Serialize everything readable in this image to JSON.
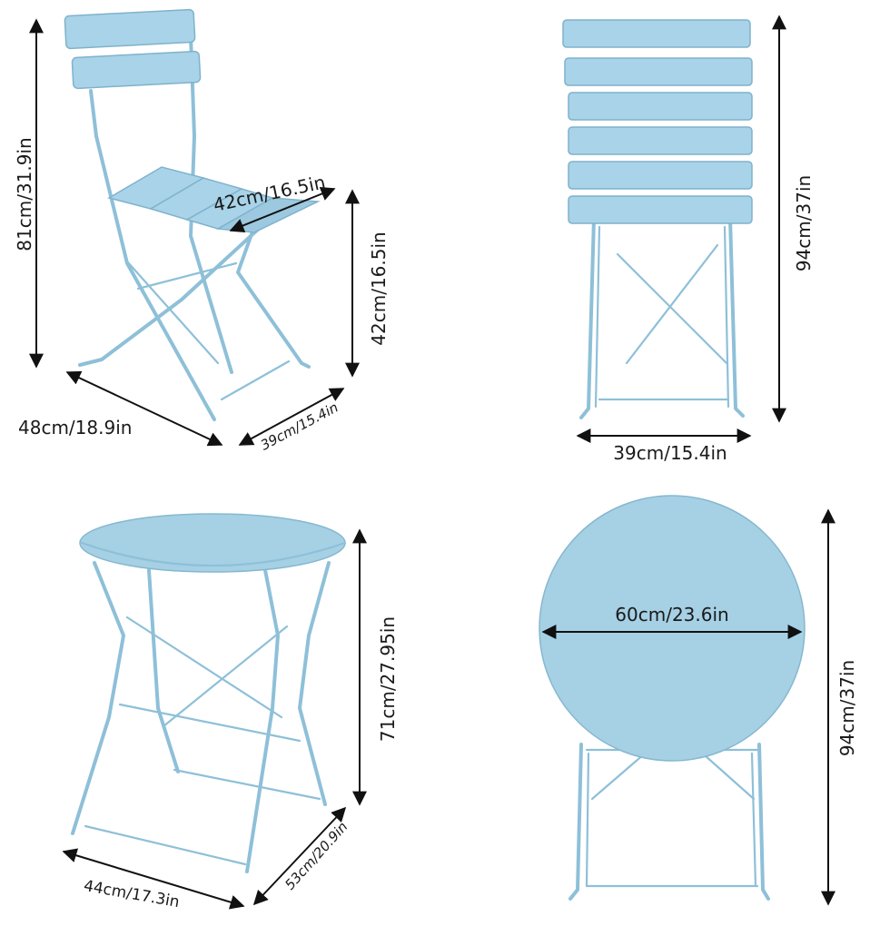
{
  "colors": {
    "furniture": "#a6d0e4",
    "furniture_edge": "#8ec0d8",
    "dimension_lines": "#111111",
    "text": "#1a1a1a",
    "background": "#ffffff"
  },
  "chair_side": {
    "height_label": "81cm/31.9in",
    "seat_width_label": "42cm/16.5in",
    "seat_height_label": "42cm/16.5in",
    "depth_label": "48cm/18.9in",
    "base_width_label": "39cm/15.4in"
  },
  "chair_folded": {
    "height_label": "94cm/37in",
    "width_label": "39cm/15.4in"
  },
  "table_side": {
    "height_label": "71cm/27.95in",
    "base_width_label": "44cm/17.3in",
    "base_depth_label": "53cm/20.9in"
  },
  "table_folded": {
    "diameter_label": "60cm/23.6in",
    "height_label": "94cm/37in"
  }
}
